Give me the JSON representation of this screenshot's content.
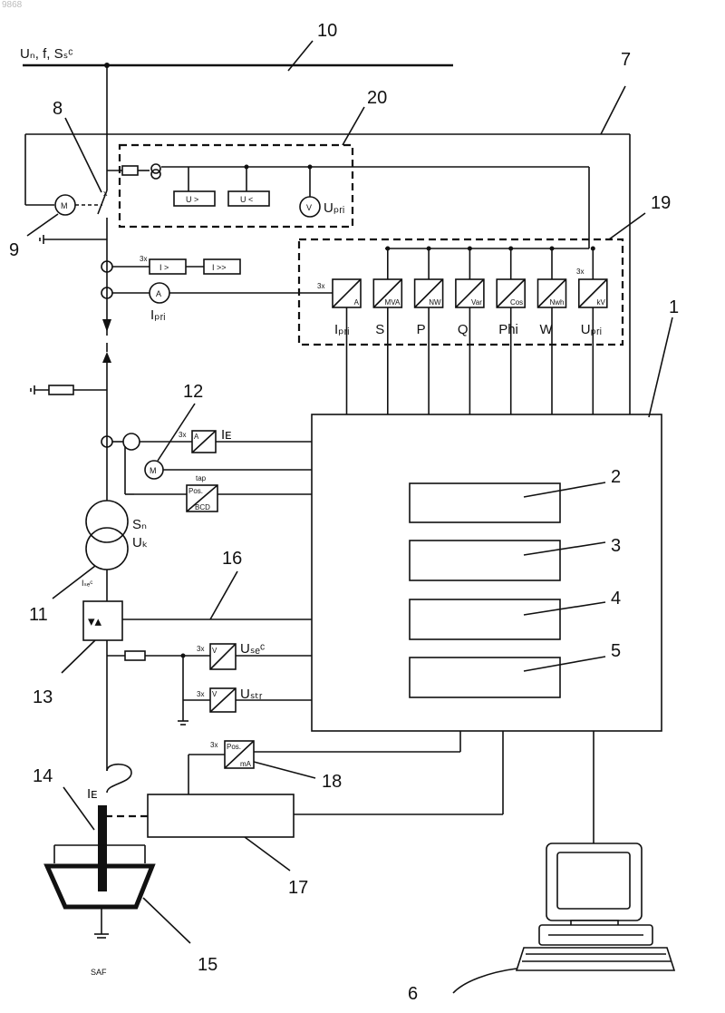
{
  "page_id": "9868",
  "supply_label": "Uₙ, f, Sₛᶜ",
  "refs": {
    "r1": "1",
    "r2": "2",
    "r3": "3",
    "r4": "4",
    "r5": "5",
    "r6": "6",
    "r7": "7",
    "r8": "8",
    "r9": "9",
    "r10": "10",
    "r11": "11",
    "r12": "12",
    "r13": "13",
    "r14": "14",
    "r15": "15",
    "r16": "16",
    "r17": "17",
    "r18": "18",
    "r19": "19",
    "r20": "20"
  },
  "relays": {
    "u_over": "U >",
    "u_under": "U <",
    "i_over": "I >",
    "i_overover": "I >>",
    "three_x": "3x"
  },
  "meters": {
    "v": "V",
    "a": "A",
    "m": "M",
    "upri": "Uₚᵣᵢ",
    "ipri": "Iₚᵣᵢ"
  },
  "transducers": {
    "tags": [
      "A",
      "MVA",
      "NW",
      "Var",
      "Cos",
      "Nwh",
      "kV"
    ],
    "outputs": [
      "Iₚᵣᵢ",
      "S",
      "P",
      "Q",
      "Phi",
      "W",
      "Uₚᵣᵢ"
    ]
  },
  "electrode": {
    "ie": "Iᴇ",
    "tap": "tap",
    "pos": "Pos.",
    "bcd": "BCD",
    "sn": "Sₙ",
    "uk": "Uₖ",
    "isec": "Iₛₑᶜ",
    "usec": "Uₛₑᶜ",
    "ustr": "Uₛₜᵣ",
    "pos_ma_top": "Pos.",
    "pos_ma_bot": "mA",
    "saf": "SAF"
  }
}
